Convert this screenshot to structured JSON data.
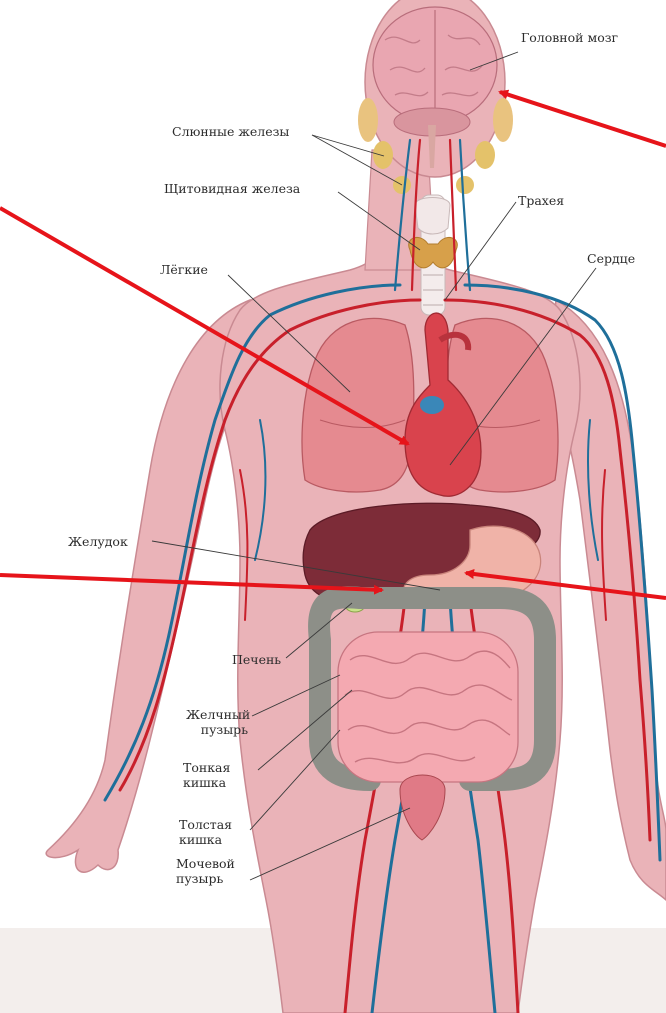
{
  "labels": {
    "brain": "Головной мозг",
    "salivary": "Слюнные железы",
    "thyroid": "Щитовидная железа",
    "trachea": "Трахея",
    "lungs": "Лёгкие",
    "heart": "Сердце",
    "stomach": "Желудок",
    "liver": "Печень",
    "gallbladder_1": "Желчный",
    "gallbladder_2": "пузырь",
    "small_intestine_1": "Тонкая",
    "small_intestine_2": "кишка",
    "large_intestine_1": "Толстая",
    "large_intestine_2": "кишка",
    "bladder_1": "Мочевой",
    "bladder_2": "пузырь"
  },
  "colors": {
    "skin": "#eab3b8",
    "skin_edge": "#c98a92",
    "brain": "#e9a6b1",
    "lung": "#e58a90",
    "heart": "#d9434d",
    "liver": "#7d2c38",
    "stomach": "#f0b3a8",
    "small_intestine": "#f4a9b1",
    "large_intestine": "#8d8f88",
    "artery": "#c8202b",
    "vein": "#1f6f9a",
    "arrow": "#e6141a",
    "floor": "#f3eeec"
  }
}
